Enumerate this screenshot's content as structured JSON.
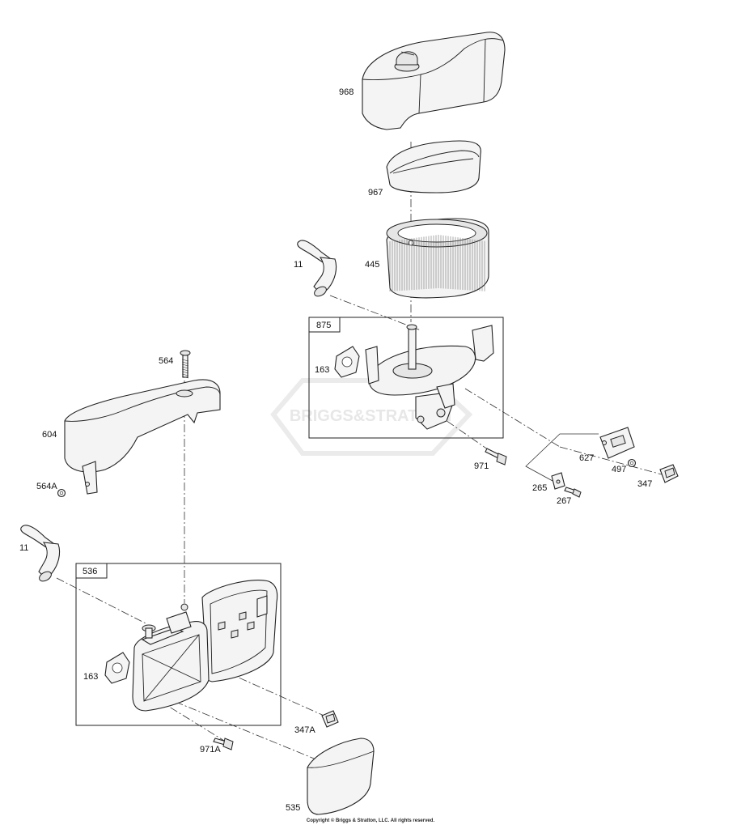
{
  "watermark": "BRIGGS&STRATTON",
  "assemblies": [
    {
      "id": "875",
      "label": "875"
    },
    {
      "id": "536",
      "label": "536"
    }
  ],
  "callouts": {
    "p968": "968",
    "p967": "967",
    "p445": "445",
    "p11_top": "11",
    "p163_top": "163",
    "p971": "971",
    "p627": "627",
    "p497": "497",
    "p347": "347",
    "p265": "265",
    "p267": "267",
    "p564": "564",
    "p604": "604",
    "p564A": "564A",
    "p11_bottom": "11",
    "p163_bottom": "163",
    "p347A": "347A",
    "p971A": "971A",
    "p535": "535"
  },
  "copyright": "Copyright © Briggs & Stratton, LLC. All rights reserved."
}
